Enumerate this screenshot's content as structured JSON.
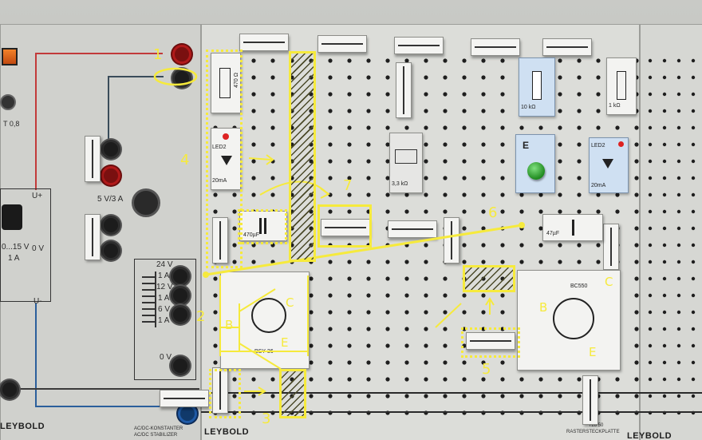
{
  "power_supply": {
    "brand": "LEYBOLD",
    "fuse_label": "T 0,8",
    "out_plus": "U+",
    "out_minus": "U-",
    "out_zero": "0 V",
    "range_label": "0...15 V",
    "current_label": "1 A",
    "rating": "5 V/3 A",
    "tap_24": "24 V",
    "tap_1a_a": "1 A",
    "tap_12": "12 V",
    "tap_1a_b": "1 A",
    "tap_6": "6 V",
    "tap_1a_c": "1 A",
    "tap_0": "0 V",
    "bottom_line1": "AC/DC-KONSTANTER",
    "bottom_line2": "AC/DC STABILIZER"
  },
  "board": {
    "brand_left": "LEYBOLD",
    "brand_right": "LEYBOLD",
    "resistor_top_left": "470 Ω",
    "led_label": "LED2",
    "led_current": "20mA",
    "capacitor_label": "470µF",
    "transistor_left_code": "BSY 36",
    "transistor_right_code": "BC550",
    "resistor_center": "3,3 kΩ",
    "resistor_right_top1": "10 kΩ",
    "resistor_right_top2": "1 kΩ",
    "led_right_label": "LED2",
    "led_right_current": "20mA",
    "capacitor_right_label": "47µF",
    "switch_label": "E",
    "panel_code": "726 50",
    "panel_line": "RASTERSTECKPLATTE"
  },
  "annotations": {
    "n1": "1",
    "n2": "2",
    "n3": "3",
    "n4": "4",
    "n5": "5",
    "n6": "6",
    "n7": "7",
    "b_left": "B",
    "c_left": "C",
    "e_left": "E",
    "b_right": "B",
    "c_right": "C",
    "e_right": "E",
    "color": "#f6ea3c"
  }
}
